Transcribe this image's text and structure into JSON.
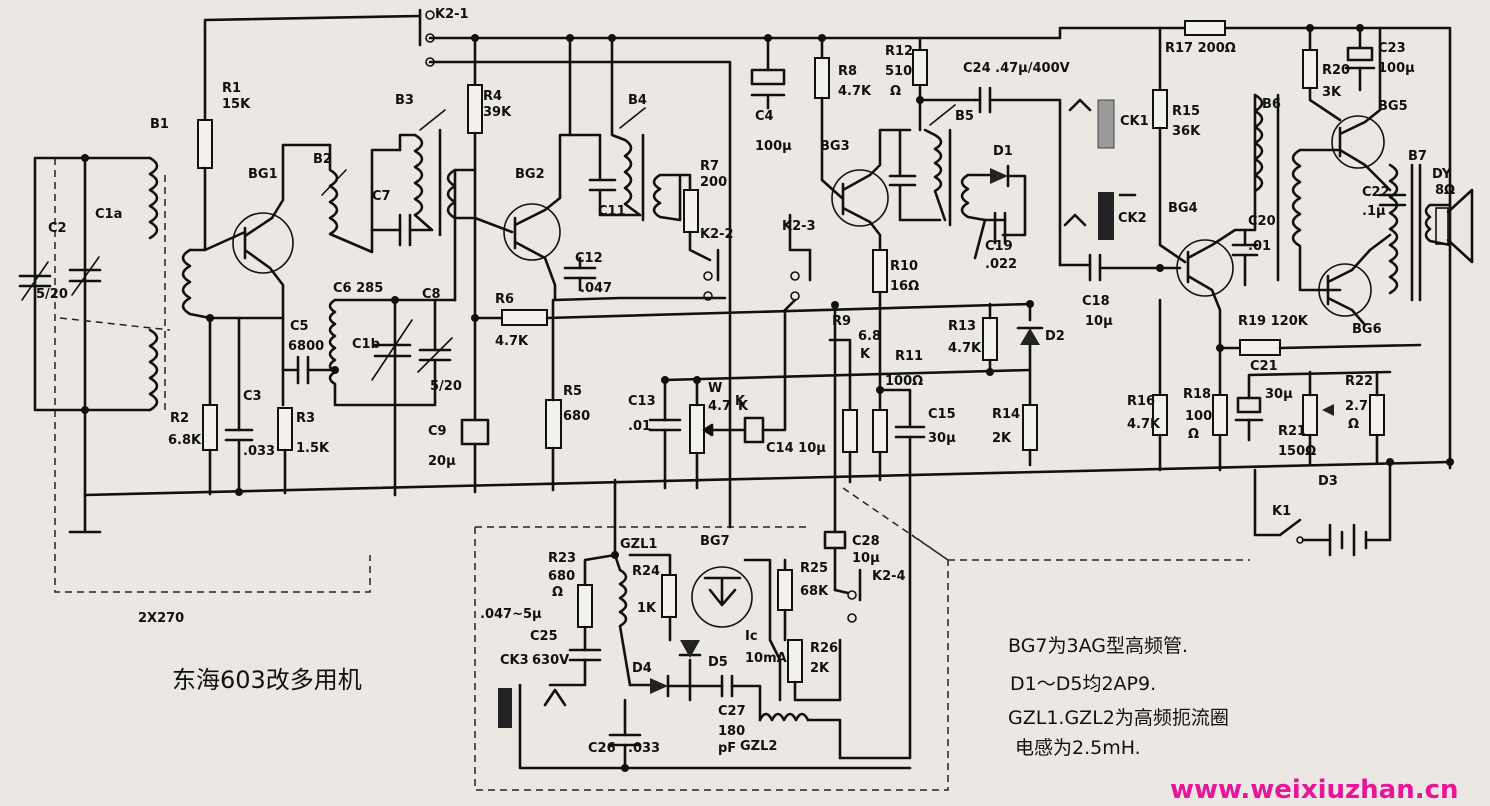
{
  "diagram": {
    "title": "东海603改多用机",
    "notes": [
      "BG7为3AG型高频管.",
      "D1～D5均2AP9.",
      "GZL1.GZL2为高频扼流圈",
      "电感为2.5mH."
    ],
    "gang_capacitor_label": "2X270",
    "watermark": "www.weixiuzhan.cn"
  },
  "components": {
    "B1": "B1",
    "B2": "B2",
    "B3": "B3",
    "B4": "B4",
    "B5": "B5",
    "B6": "B6",
    "B7": "B7",
    "BG1": "BG1",
    "BG2": "BG2",
    "BG3": "BG3",
    "BG4": "BG4",
    "BG5": "BG5",
    "BG6": "BG6",
    "BG7": "BG7",
    "R1": "R1",
    "R1v": "15K",
    "R2": "R2",
    "R2v": "6.8K",
    "R3": "R3",
    "R3v": "1.5K",
    "R4": "R4",
    "R4v": "39K",
    "R5": "R5",
    "R5v": "680",
    "R6": "R6",
    "R6v": "4.7K",
    "R7": "R7",
    "R7v": "200",
    "R8": "R8",
    "R8v": "4.7K",
    "R9": "R9",
    "R9v": "6.8",
    "R9k": "K",
    "R10": "R10",
    "R10v": "16Ω",
    "R11": "R11",
    "R11v": "100Ω",
    "R12": "R12",
    "R12v": "510",
    "R12u": "Ω",
    "R13": "R13",
    "R13v": "4.7K",
    "R14": "R14",
    "R14v": "2K",
    "R15": "R15",
    "R15v": "36K",
    "R16": "R16",
    "R16v": "4.7K",
    "R17": "R17 200Ω",
    "R18": "R18",
    "R18v": "100",
    "R18u": "Ω",
    "R19": "R19 120K",
    "R20": "R20",
    "R20v": "3K",
    "R21": "R21",
    "R21v": "150Ω",
    "R22": "R22",
    "R22v": "2.7",
    "R22u": "Ω",
    "R23": "R23",
    "R23v": "680",
    "R23u": "Ω",
    "R24": "R24",
    "R24v": "1K",
    "R25": "R25",
    "R25v": "68K",
    "R26": "R26",
    "R26v": "2K",
    "C1a": "C1a",
    "C1b": "C1b",
    "C2": "C2",
    "C2v": "5/20",
    "C3": "C3",
    "C3v": ".033",
    "C4": "C4",
    "C4v": "100μ",
    "C5": "C5",
    "C5v": "6800",
    "C6": "C6 285",
    "C7": "C7",
    "C8": "C8",
    "C8v": "5/20",
    "C9": "C9",
    "C9v": "20μ",
    "C11": "C11",
    "C12": "C12",
    "C12v": ".047",
    "C13": "C13",
    "C13v": ".01",
    "C14": "C14 10μ",
    "C15": "C15",
    "C15v": "30μ",
    "C18": "C18",
    "C18v": "10μ",
    "C19": "C19",
    "C19v": ".022",
    "C20": "C20",
    "C20v": ".01",
    "C21": "C21",
    "C21v": "30μ",
    "C22": "C22",
    "C22v": ".1μ",
    "C23": "C23",
    "C23v": "100μ",
    "C24": "C24 .47μ/400V",
    "C25": "C25",
    "C25v": "630V",
    "C25r": ".047~5μ",
    "C26": "C26",
    "C26v": ".033",
    "C27": "C27",
    "C27v": "180",
    "C27u": "pF",
    "C28": "C28",
    "C28v": "10μ",
    "D1": "D1",
    "D2": "D2",
    "D3": "D3",
    "D4": "D4",
    "D5": "D5",
    "K1": "K1",
    "K2_1": "K2-1",
    "K2_2": "K2-2",
    "K2_3": "K2-3",
    "K2_4": "K2-4",
    "CK1": "CK1",
    "CK2": "CK2",
    "CK3": "CK3",
    "DY": "DY",
    "DYv": "8Ω",
    "W": "W",
    "Wv": "4.7",
    "Wk": "K",
    "GZL1": "GZL1",
    "GZL2": "GZL2",
    "Ic": "Ic",
    "Icv": "10mA",
    "K": "K"
  }
}
